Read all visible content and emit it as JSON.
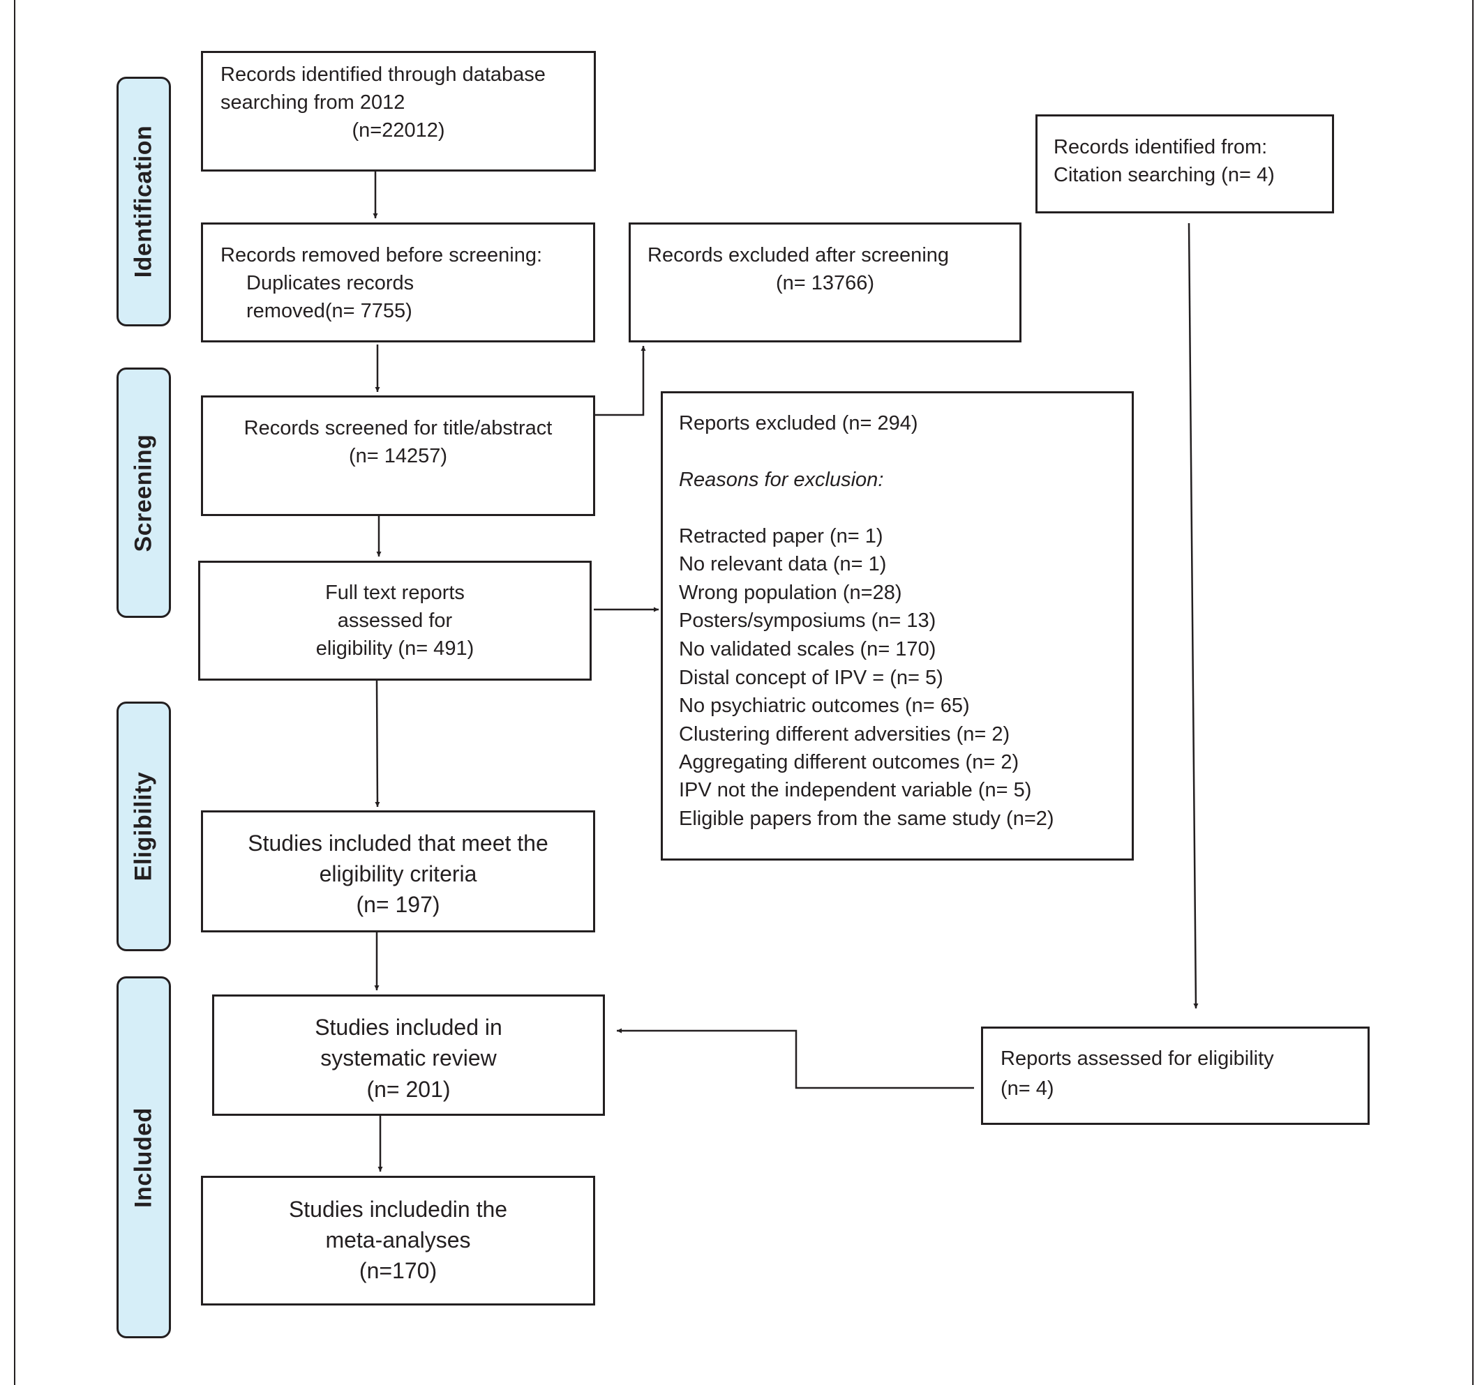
{
  "phases": {
    "identification": "Identification",
    "screening": "Screening",
    "eligibility": "Eligibility",
    "included": "Included"
  },
  "boxes": {
    "db_search": {
      "line1": "Records identified through database",
      "line2": "searching from 2012",
      "line3": "(n=22012)"
    },
    "removed": {
      "line1": "Records removed before screening:",
      "line2": "Duplicates records",
      "line3": "removed(n= 7755)"
    },
    "excluded_screening": {
      "line1": "Records excluded after screening",
      "line2": "(n= 13766)"
    },
    "screened": {
      "line1": "Records screened for title/abstract",
      "line2": "(n= 14257)"
    },
    "full_text": {
      "line1": "Full text reports",
      "line2": "assessed for",
      "line3": "eligibility (n= 491)"
    },
    "reports_excluded": {
      "title": "Reports excluded (n= 294)",
      "reasons_heading": "Reasons for exclusion:",
      "reasons": [
        "Retracted paper (n= 1)",
        "No relevant data (n= 1)",
        "Wrong population (n=28)",
        "Posters/symposiums (n= 13)",
        "No validated scales (n= 170)",
        "Distal concept of IPV = (n= 5)",
        "No psychiatric outcomes (n= 65)",
        "Clustering different adversities (n= 2)",
        "Aggregating different outcomes (n= 2)",
        "IPV not the independent variable (n= 5)",
        "Eligible papers from the same study (n=2)"
      ]
    },
    "citation": {
      "line1": "Records identified from:",
      "line2": "Citation searching (n= 4)"
    },
    "eligible": {
      "line1": "Studies included that meet the",
      "line2": "eligibility criteria",
      "line3": "(n= 197)"
    },
    "systematic": {
      "line1": "Studies included in",
      "line2": "systematic review",
      "line3": "(n= 201)"
    },
    "reports_assessed": {
      "line1": "Reports assessed for eligibility",
      "line2": "(n= 4)"
    },
    "meta": {
      "line1": "Studies includedin the",
      "line2": "meta-analyses",
      "line3": "(n=170)"
    }
  },
  "colors": {
    "phase_fill": "#d6eef8",
    "line": "#231f20"
  }
}
